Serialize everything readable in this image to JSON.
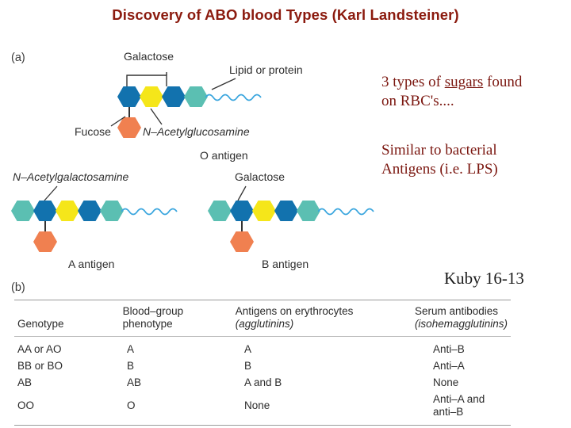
{
  "title": "Discovery of ABO blood Types (Karl Landsteiner)",
  "figure": {
    "panel_a_label": "(a)",
    "panel_b_label": "(b)",
    "labels": {
      "galactose_top": "Galactose",
      "lipid_or_protein": "Lipid or protein",
      "fucose": "Fucose",
      "n_acetylglucosamine": "N–Acetylglucosamine",
      "o_antigen": "O antigen",
      "n_acetylgalactosamine": "N–Acetylgalactosamine",
      "galactose_b": "Galactose",
      "a_antigen": "A antigen",
      "b_antigen": "B antigen"
    },
    "colors": {
      "blue": "#1272AE",
      "yellow": "#F5E61A",
      "teal": "#5BBFB2",
      "orange": "#F08050",
      "chain": "#3BA6DE"
    }
  },
  "notes": {
    "line1_pre": "3 types of ",
    "line1_underlined": "sugars",
    "line1_post": " found",
    "line2": "on RBC's....",
    "line3": "Similar to bacterial",
    "line4": "Antigens (i.e. LPS)",
    "credit": "Kuby 16-13"
  },
  "table": {
    "headers": [
      "Genotype",
      "Blood–group phenotype",
      "Antigens on erythrocytes (agglutinins)",
      "Serum antibodies (isohemagglutinins)"
    ],
    "header_parts": {
      "c1": "Genotype",
      "c2_line1": "Blood–group",
      "c2_line2": "phenotype",
      "c3_line1": "Antigens on erythrocytes",
      "c3_line2": "(agglutinins)",
      "c4_line1": "Serum antibodies",
      "c4_line2": "(isohemagglutinins)"
    },
    "rows": [
      {
        "genotype": "AA or AO",
        "phenotype": "A",
        "antigens": "A",
        "antibodies": "Anti–B"
      },
      {
        "genotype": "BB or BO",
        "phenotype": "B",
        "antigens": "B",
        "antibodies": "Anti–A"
      },
      {
        "genotype": "AB",
        "phenotype": "AB",
        "antigens": "A and B",
        "antibodies": "None"
      },
      {
        "genotype": "OO",
        "phenotype": "O",
        "antigens": "None",
        "antibodies": "Anti–A and anti–B"
      }
    ]
  }
}
